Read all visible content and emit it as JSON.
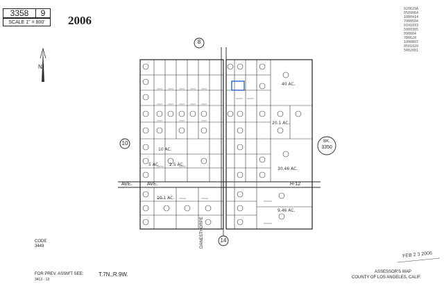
{
  "header": {
    "book_number": "3358",
    "page_number": "9",
    "scale_label": "SCALE 1\" = 800'",
    "map_year": "2006"
  },
  "adjacent_book": {
    "label": "BK.",
    "number": "3350"
  },
  "circled_refs": [
    "8",
    "10",
    "14"
  ],
  "streets": {
    "avenue_label": "AVE.",
    "avenue_code": "H-12",
    "road_vertical": "DANESTHORPE"
  },
  "code_block": {
    "label": "CODE",
    "value": "3449"
  },
  "prev_assessment": {
    "label": "FOR PREV. ASSM'T SEE:",
    "ref": "3413 - 13"
  },
  "township": "T.7N.,R.9W.",
  "stamp_date": "FEB 2 3 2006",
  "footer": {
    "line1": "ASSESSOR'S MAP",
    "line2": "COUNTY OF LOS ANGELES, CALIF."
  },
  "north_arrow": {
    "label": "N"
  },
  "notes_column": [
    "020629A",
    "0509064",
    "1000414",
    "7000504",
    "0101033",
    "5000305",
    "090804",
    "780620",
    "1000807",
    "0501020",
    "5002081"
  ],
  "acre_labels": [
    "10 AC.",
    "5 AC.",
    "2.5 AC.",
    "10.1 AC.",
    "20.1 AC.",
    "40 AC.",
    "30.46 AC.",
    "9.46 AC."
  ],
  "colors": {
    "ink": "#222222",
    "highlight": "#2a62c9",
    "paper": "#ffffff"
  }
}
